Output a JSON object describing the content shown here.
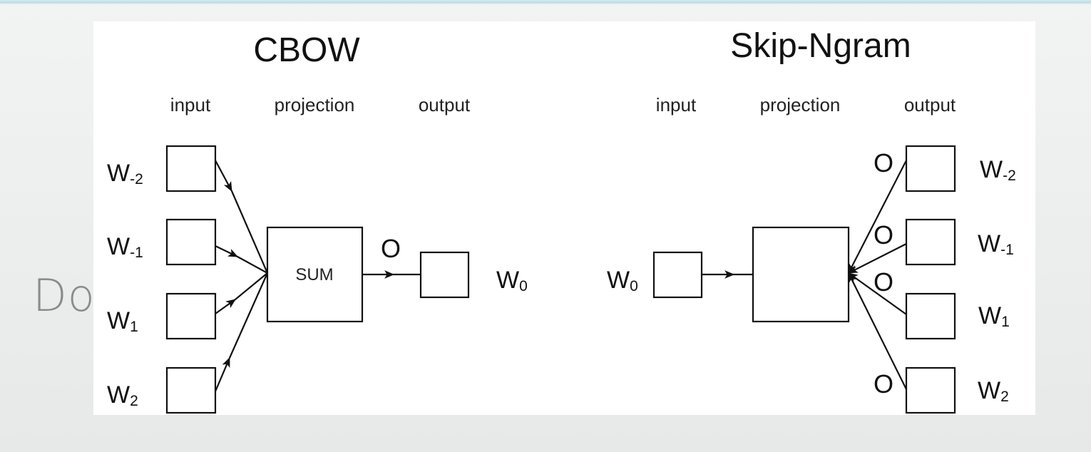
{
  "background_word": "Do",
  "cbow": {
    "title": "CBOW",
    "col_input": "input",
    "col_projection": "projection",
    "col_output": "output",
    "sum_label": "SUM",
    "output_o": "O",
    "inputs": [
      {
        "base": "W",
        "sub": "-2"
      },
      {
        "base": "W",
        "sub": "-1"
      },
      {
        "base": "W",
        "sub": "1"
      },
      {
        "base": "W",
        "sub": "2"
      }
    ],
    "output_word": {
      "base": "W",
      "sub": "0"
    }
  },
  "skipgram": {
    "title": "Skip-Ngram",
    "col_input": "input",
    "col_projection": "projection",
    "col_output": "output",
    "input_word": {
      "base": "W",
      "sub": "0"
    },
    "outputs": [
      {
        "base": "W",
        "sub": "-2",
        "o": "O"
      },
      {
        "base": "W",
        "sub": "-1",
        "o": "O"
      },
      {
        "base": "W",
        "sub": "1",
        "o": "O"
      },
      {
        "base": "W",
        "sub": "2",
        "o": "O"
      }
    ]
  }
}
